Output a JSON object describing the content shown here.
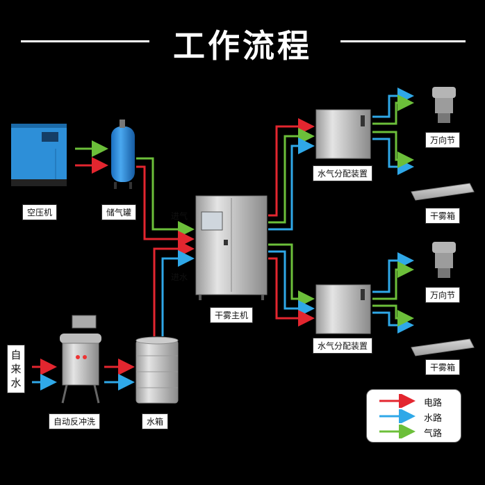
{
  "header": {
    "title": "工作流程"
  },
  "components": {
    "compressor": "空压机",
    "tank": "储气罐",
    "main_unit": "干雾主机",
    "distributor_top": "水气分配装置",
    "distributor_bottom": "水气分配装置",
    "nozzle_top": "万向节",
    "fog_box_top": "干雾箱",
    "nozzle_bottom": "万向节",
    "fog_box_bottom": "干雾箱",
    "backwash": "自动反冲洗",
    "water_tank": "水箱",
    "tap_water": "自来水"
  },
  "flow_labels": {
    "air_in": "进气",
    "water_in": "进水"
  },
  "legend": {
    "items": [
      {
        "label": "电路",
        "color": "#e3262f"
      },
      {
        "label": "水路",
        "color": "#2fa8e8"
      },
      {
        "label": "气路",
        "color": "#6cbf3a"
      }
    ]
  },
  "colors": {
    "power": "#e3262f",
    "water": "#2fa8e8",
    "air": "#6cbf3a"
  }
}
